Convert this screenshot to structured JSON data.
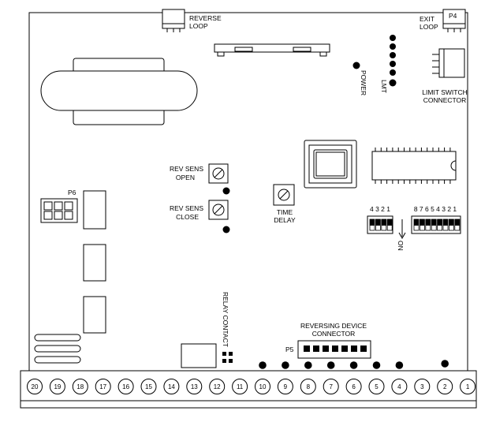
{
  "labels": {
    "reverse_loop": [
      "REVERSE",
      "LOOP"
    ],
    "exit_loop": [
      "EXIT",
      "LOOP"
    ],
    "p4": "P4",
    "power": "POWER",
    "lmt": "LMT",
    "limit_switch_connector": [
      "LIMIT SWITCH",
      "CONNECTOR"
    ],
    "p6": "P6",
    "rev_sens_open": [
      "REV SENS",
      "OPEN"
    ],
    "rev_sens_close": [
      "REV SENS",
      "CLOSE"
    ],
    "time_delay": [
      "TIME",
      "DELAY"
    ],
    "dip4_numbers": "4 3 2 1",
    "dip8_numbers": "8 7 6 5 4 3 2 1",
    "on": "ON",
    "relay_contact": "RELAY CONTACT",
    "reversing_device_connector": [
      "REVERSING DEVICE",
      "CONNECTOR"
    ],
    "p5": "P5"
  },
  "terminals": [
    "20",
    "19",
    "18",
    "17",
    "16",
    "15",
    "14",
    "13",
    "12",
    "11",
    "10",
    "9",
    "8",
    "7",
    "6",
    "5",
    "4",
    "3",
    "2",
    "1"
  ]
}
